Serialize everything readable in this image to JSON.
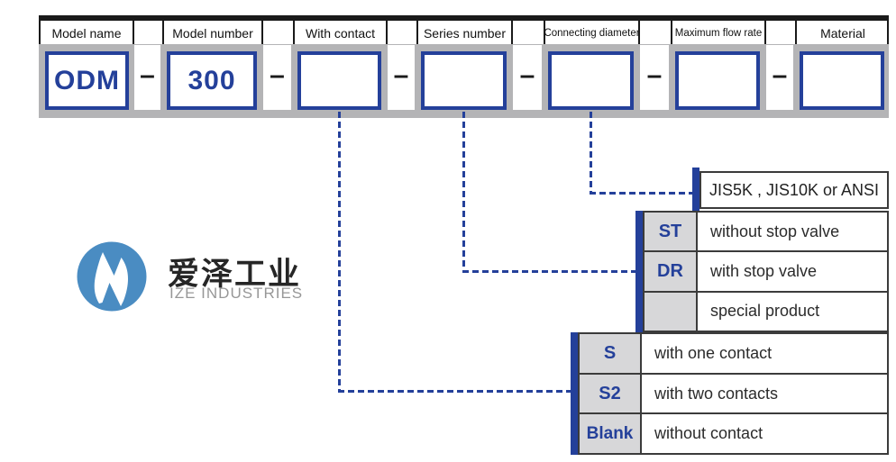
{
  "code_row": {
    "separator": "–",
    "fields": [
      {
        "label": "Model name",
        "value": "ODM"
      },
      {
        "label": "Model number",
        "value": "300"
      },
      {
        "label": "With contact",
        "value": ""
      },
      {
        "label": "Series number",
        "value": ""
      },
      {
        "label": "Connecting diameter",
        "value": ""
      },
      {
        "label": "Maximum flow rate",
        "value": ""
      },
      {
        "label": "Material",
        "value": ""
      }
    ]
  },
  "legend": {
    "connecting_diameter": {
      "rows": [
        {
          "code": "",
          "desc": "JIS5K , JIS10K or ANSI"
        }
      ]
    },
    "series_number": {
      "rows": [
        {
          "code": "ST",
          "desc": "without stop valve"
        },
        {
          "code": "DR",
          "desc": "with stop valve"
        },
        {
          "code": "",
          "desc": "special product"
        }
      ]
    },
    "with_contact": {
      "rows": [
        {
          "code": "S",
          "desc": "with one contact"
        },
        {
          "code": "S2",
          "desc": "with two contacts"
        },
        {
          "code": "Blank",
          "desc": "without contact"
        }
      ]
    }
  },
  "logo": {
    "name_cn": "爱泽工业",
    "name_en": "IZE INDUSTRIES",
    "mark": "circular-n-logo-icon"
  },
  "colors": {
    "navy": "#24409a",
    "logo_blue": "#4a8cc2",
    "band_gray": "#b4b4b6",
    "code_cell_gray": "#d7d7d9",
    "line_black": "#1a1a1a"
  }
}
